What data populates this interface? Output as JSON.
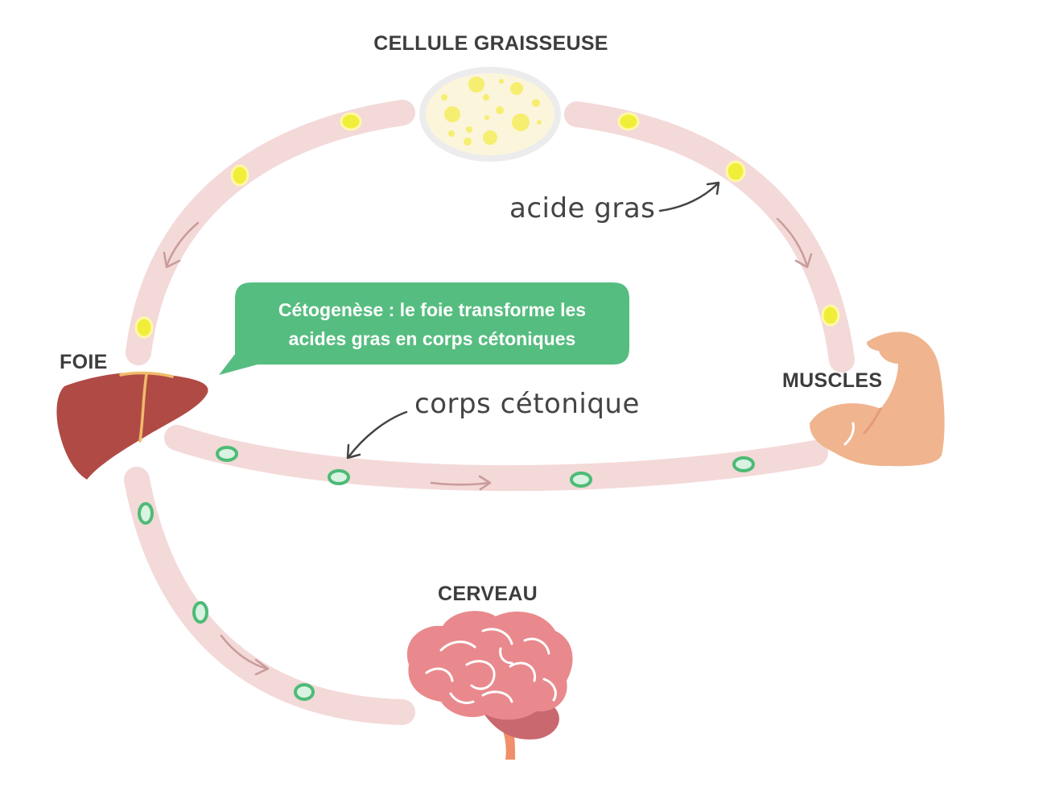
{
  "labels": {
    "fat_cell": "CELLULE GRAISSEUSE",
    "liver": "FOIE",
    "muscles": "MUSCLES",
    "brain": "CERVEAU"
  },
  "annotations": {
    "fatty_acid": "acide gras",
    "ketone_body": "corps cétonique"
  },
  "callout": {
    "line1": "Cétogenèse : le foie transforme les",
    "line2": "acides gras en corps cétoniques"
  },
  "colors": {
    "vessel": "#f3d9d8",
    "fatty_acid": "#f1ee3a",
    "ketone_fill": "#d9f2e2",
    "ketone_ring": "#4dbb76",
    "callout": "#56bd80",
    "liver": "#b04a45",
    "liver_line": "#f0bb68",
    "muscle": "#f0b48e",
    "brain": "#e9898d",
    "brain_stem": "#f08f6a",
    "fat_cell": "#fbf5dc",
    "fat_cell_border": "#ececec",
    "arrow": "#c99b9c",
    "text": "#3d3d3d"
  },
  "icons": [
    "fat-cell-icon",
    "liver-icon",
    "muscle-arm-icon",
    "brain-icon"
  ]
}
